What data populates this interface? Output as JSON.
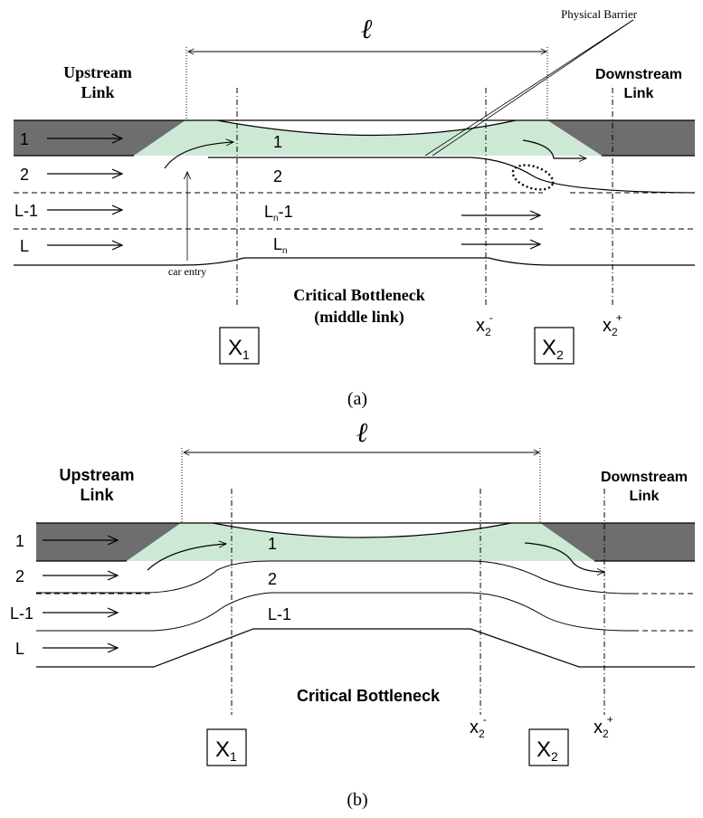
{
  "panel_a": {
    "length_label": "ℓ",
    "physical_barrier": "Physical Barrier",
    "upstream_1": "Upstream",
    "upstream_2": "Link",
    "downstream_1": "Downstream",
    "downstream_2": "Link",
    "lane_labels": [
      "1",
      "2",
      "L-1",
      "L"
    ],
    "mid_lane_1": "1",
    "mid_lane_2": "2",
    "mid_lane_n1_base": "L",
    "mid_lane_n1_sub": "n",
    "mid_lane_n1_suffix": "-1",
    "mid_lane_n_base": "L",
    "mid_lane_n_sub": "n",
    "car_entry": "car entry",
    "bottleneck_1": "Critical Bottleneck",
    "bottleneck_2": "(middle link)",
    "x2_minus_base": "x",
    "x2_minus_sub": "2",
    "x2_minus_sup": "-",
    "x2_plus_base": "x",
    "x2_plus_sub": "2",
    "x2_plus_sup": "+",
    "box1_base": "X",
    "box1_sub": "1",
    "box2_base": "X",
    "box2_sub": "2",
    "caption": "(a)"
  },
  "panel_b": {
    "length_label": "ℓ",
    "upstream_1": "Upstream",
    "upstream_2": "Link",
    "downstream_1": "Downstream",
    "downstream_2": "Link",
    "lane_labels": [
      "1",
      "2",
      "L-1",
      "L"
    ],
    "mid_lane_1": "1",
    "mid_lane_2": "2",
    "mid_lane_3": "L-1",
    "bottleneck": "Critical Bottleneck",
    "x2_minus_base": "x",
    "x2_minus_sub": "2",
    "x2_minus_sup": "-",
    "x2_plus_base": "x",
    "x2_plus_sub": "2",
    "x2_plus_sup": "+",
    "box1_base": "X",
    "box1_sub": "1",
    "box2_base": "X",
    "box2_sub": "2",
    "caption": "(b)"
  },
  "colors": {
    "road_gray": "#6e6e70",
    "barrier_green": "#cde9d5",
    "line": "#000000"
  }
}
